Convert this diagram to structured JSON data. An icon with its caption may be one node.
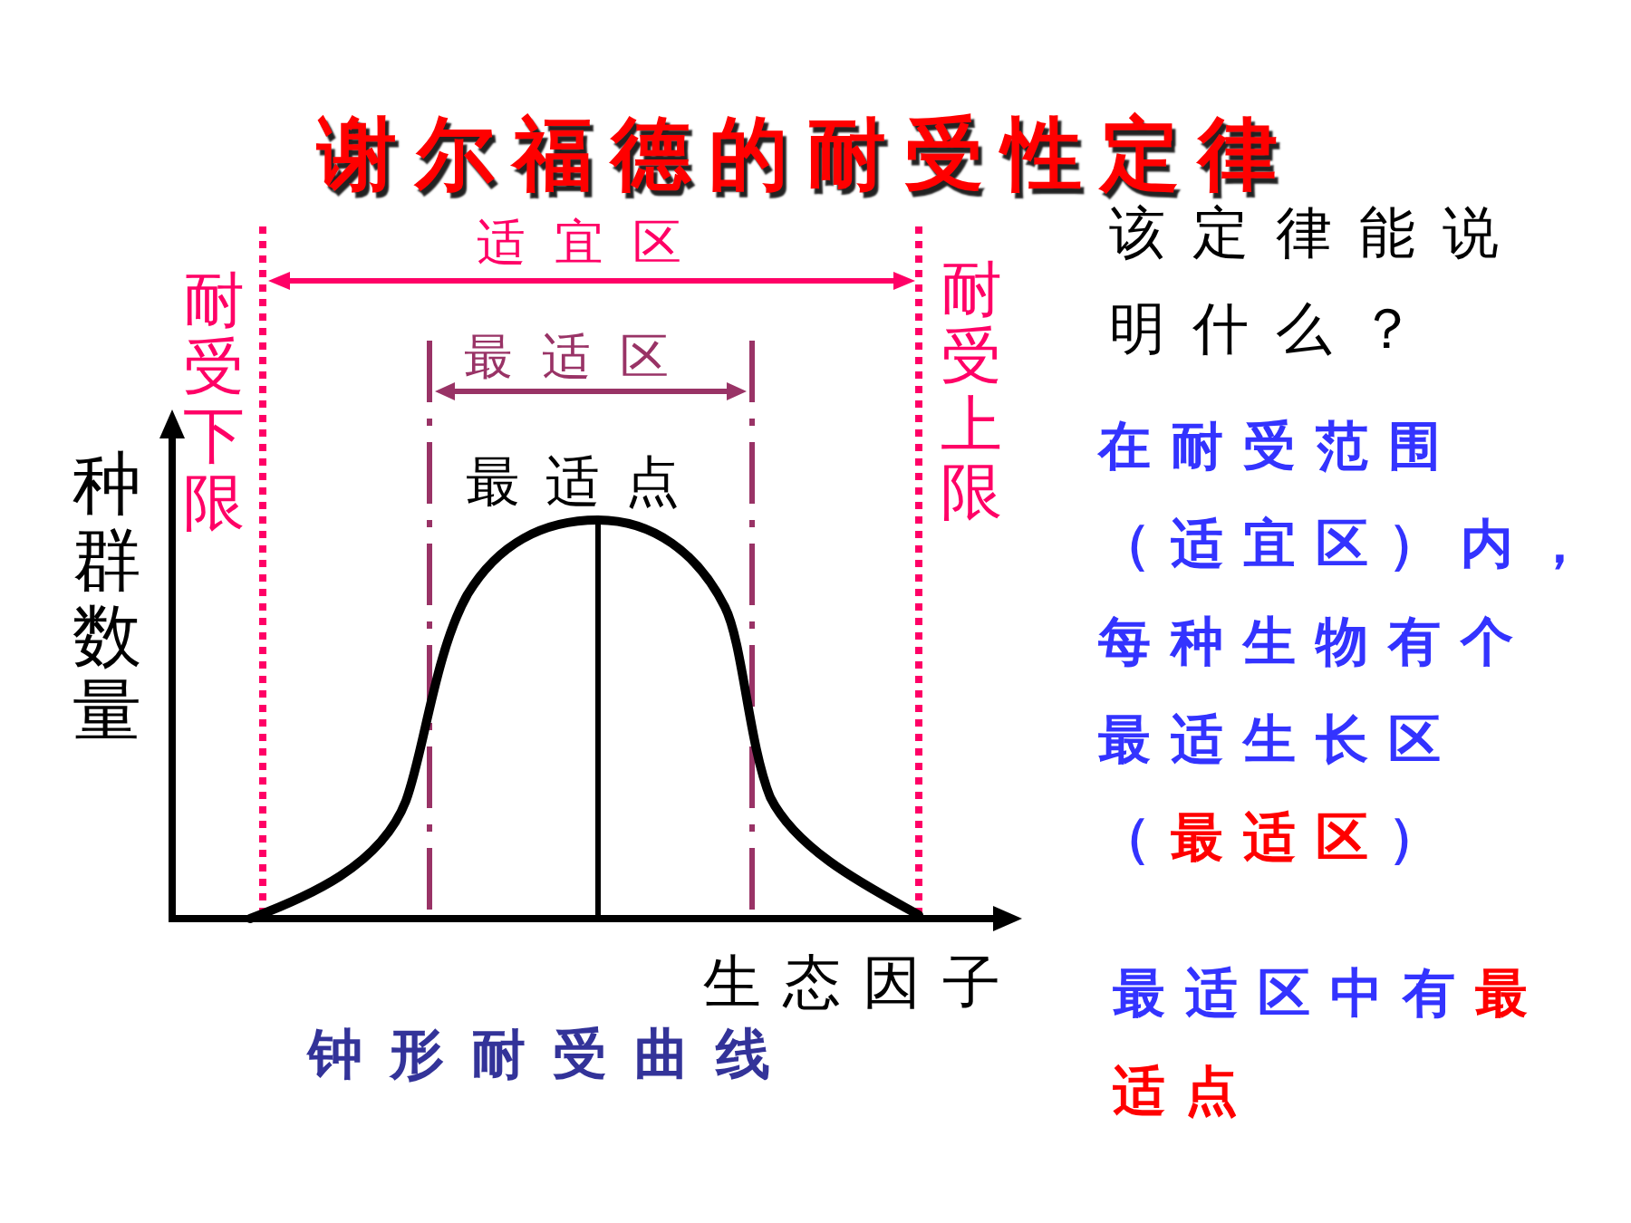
{
  "diagram": {
    "title": "谢尔福德的耐受性定律",
    "labels": [
      "适宜区",
      "该定律能说明什么？",
      "耐受下限",
      "最适区",
      "耐受上限",
      "种群数量",
      "最适点",
      "在耐受范围（适宜区）内，每种生物有个最适生长区（**最适区**）",
      "生态因子",
      "最适区中有**最适点**",
      "钟形耐受曲线"
    ]
  }
}
